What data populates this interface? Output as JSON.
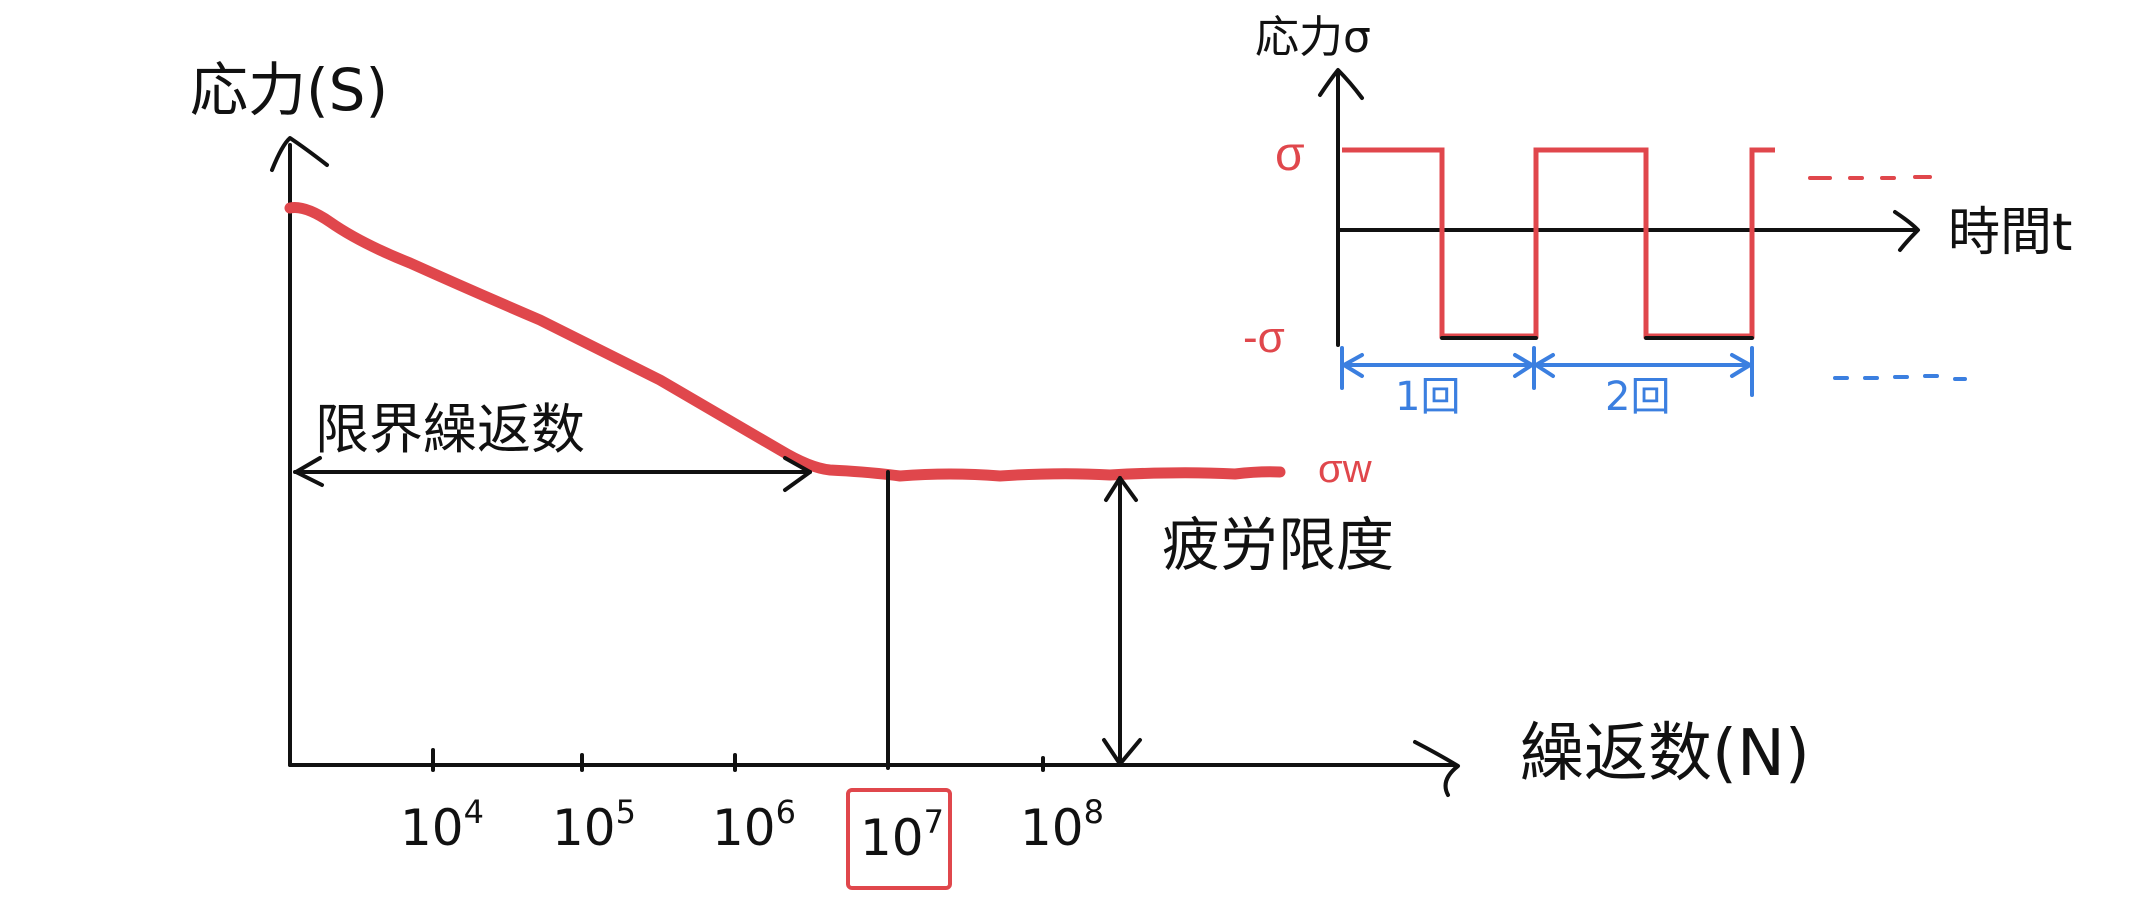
{
  "colors": {
    "ink": "#111111",
    "curve": "#e0474c",
    "bracket": "#3b7fe0"
  },
  "sn_diagram": {
    "y_axis_label": "応力(S)",
    "x_axis_label": "繰返数(N)",
    "ticks": [
      {
        "base": "10",
        "exp": "4"
      },
      {
        "base": "10",
        "exp": "5"
      },
      {
        "base": "10",
        "exp": "6"
      },
      {
        "base": "10",
        "exp": "7"
      },
      {
        "base": "10",
        "exp": "8"
      }
    ],
    "highlighted_tick_exp": "7",
    "limit_cycles_label": "限界繰返数",
    "fatigue_limit_label": "疲労限度",
    "endurance_symbol": "σw"
  },
  "waveform": {
    "y_axis_label": "応力σ",
    "x_axis_label": "時間t",
    "plus_level": "σ",
    "minus_level": "-σ",
    "cycle1_label": "1回",
    "cycle2_label": "2回"
  }
}
